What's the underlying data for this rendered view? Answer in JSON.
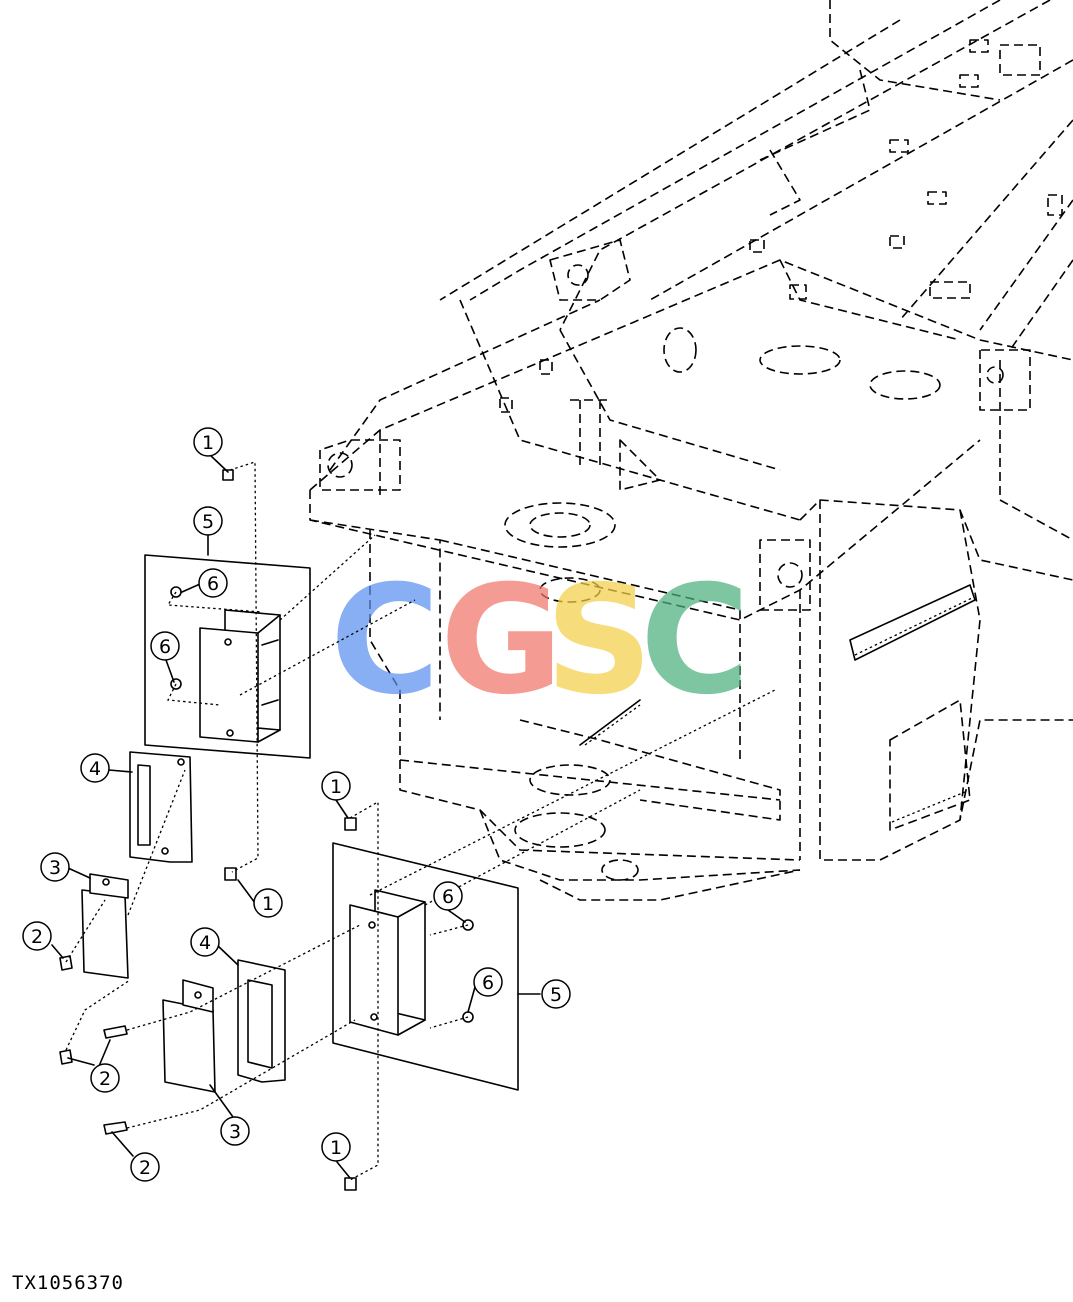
{
  "figure_id": "TX1056370",
  "watermark": {
    "letters": [
      {
        "char": "C",
        "color": "#5b8ff0"
      },
      {
        "char": "G",
        "color": "#f0756a"
      },
      {
        "char": "S",
        "color": "#f5cf4a"
      },
      {
        "char": "C",
        "color": "#4daf7f"
      }
    ]
  },
  "callouts": [
    {
      "id": "c1a",
      "label": "1"
    },
    {
      "id": "c5a",
      "label": "5"
    },
    {
      "id": "c6a",
      "label": "6"
    },
    {
      "id": "c6b",
      "label": "6"
    },
    {
      "id": "c4a",
      "label": "4"
    },
    {
      "id": "c3a",
      "label": "3"
    },
    {
      "id": "c2a",
      "label": "2"
    },
    {
      "id": "c1b",
      "label": "1"
    },
    {
      "id": "c1c",
      "label": "1"
    },
    {
      "id": "c6c",
      "label": "6"
    },
    {
      "id": "c6d",
      "label": "6"
    },
    {
      "id": "c5b",
      "label": "5"
    },
    {
      "id": "c4b",
      "label": "4"
    },
    {
      "id": "c2b",
      "label": "2"
    },
    {
      "id": "c3b",
      "label": "3"
    },
    {
      "id": "c2c",
      "label": "2"
    },
    {
      "id": "c1d",
      "label": "1"
    }
  ]
}
